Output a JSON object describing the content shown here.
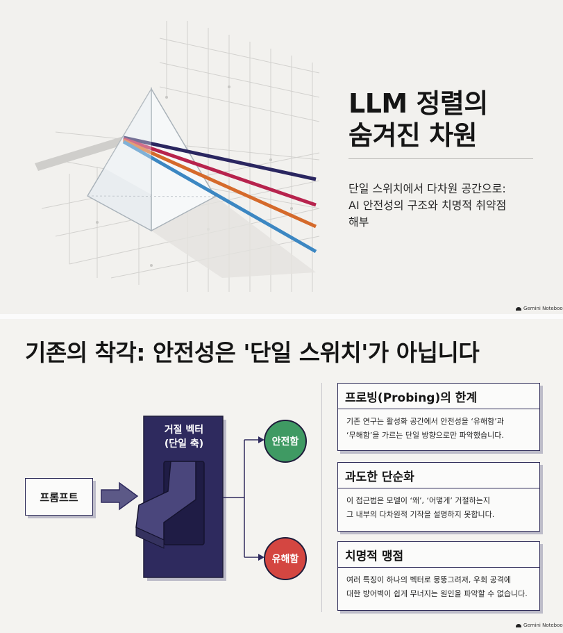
{
  "slide1": {
    "title_line1": "LLM 정렬의",
    "title_line2": "숨겨진 차원",
    "subtitle_line1": "단일 스위치에서 다차원 공간으로:",
    "subtitle_line2": "AI 안전성의 구조와 치명적 취약점",
    "subtitle_line3": "해부",
    "brand": "Gemini Notebook",
    "colors": {
      "ray1": "#2a2660",
      "ray2": "#b7234d",
      "ray3": "#d56a2b",
      "ray4": "#3c87c2"
    }
  },
  "slide2": {
    "title": "기존의 착각: 안전성은 '단일 스위치'가 아닙니다",
    "prompt_label": "프롬프트",
    "refusal_vector_line1": "거절 벡터",
    "refusal_vector_line2": "(단일 축)",
    "safe_label": "안전함",
    "harmful_label": "유해함",
    "cards": [
      {
        "title": "프로빙(Probing)의 한계",
        "line1": "기존 연구는 활성화 공간에서 안전성을 ‘유해함’과",
        "line2": "‘무해함’을 가르는 단일 방향으로만 파악했습니다."
      },
      {
        "title": "과도한 단순화",
        "line1": "이 접근법은 모델이 ‘왜’, ‘어떻게’ 거절하는지",
        "line2": "그 내부의 다차원적 기작을 설명하지 못합니다."
      },
      {
        "title": "치명적 맹점",
        "line1": "여러 특징이 하나의 벡터로 뭉뚱그려져, 우회 공격에",
        "line2": "대한 방어벽이 쉽게 무너지는 원인을 파악할 수 없습니다."
      }
    ],
    "brand": "Gemini Notebook",
    "colors": {
      "navy": "#2e2a5e",
      "safe": "#3f9a63",
      "harm": "#d44641"
    }
  }
}
